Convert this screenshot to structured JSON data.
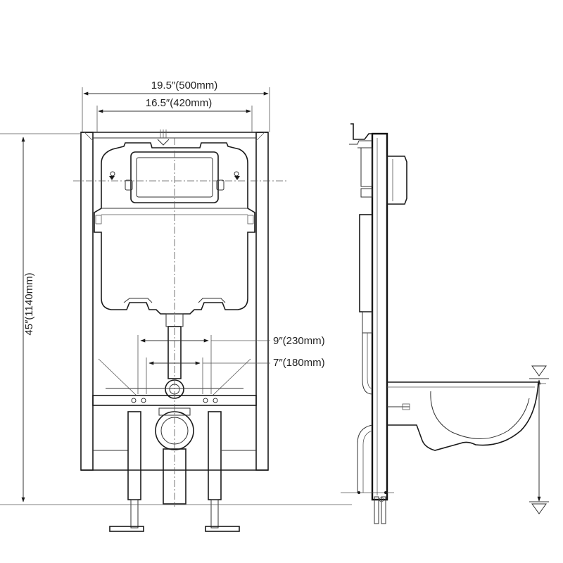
{
  "dimensions": {
    "frame_outer_width": "19.5″(500mm)",
    "frame_inner_width": "16.5″(420mm)",
    "frame_height": "45″(1140mm)",
    "bolt_spacing_wide": "9″(230mm)",
    "bolt_spacing_narrow": "7″(180mm)"
  },
  "colors": {
    "line": "#1a1a1a",
    "background": "#ffffff"
  }
}
